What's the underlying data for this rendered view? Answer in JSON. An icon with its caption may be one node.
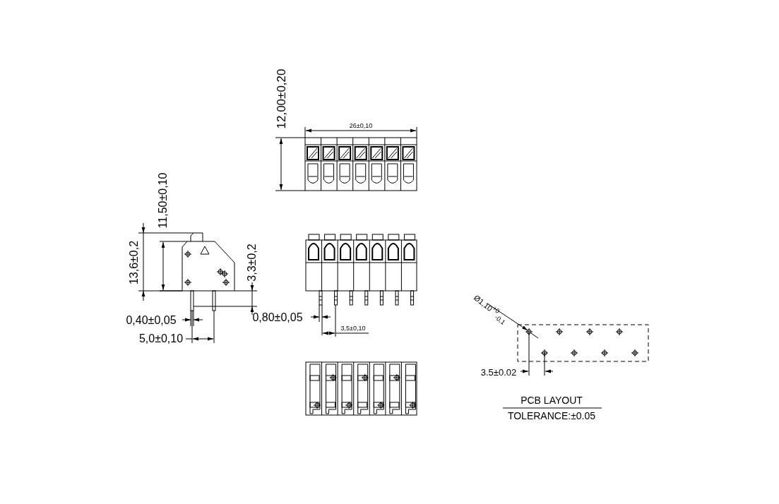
{
  "diagram": {
    "labels": [
      "12,00±0,20",
      "26±0,10",
      "11,50±0,10",
      "13,6±0,2",
      "3,3±0,2",
      "0,40±0,05",
      "0,80±0,05",
      "3,5±0,10",
      "5,0±0,10",
      "Ø1,10$^{+0}$$_{-0,1}$",
      "3.5±0.02",
      "PCB LAYOUT",
      "TOLERANCE:±0.05"
    ]
  }
}
